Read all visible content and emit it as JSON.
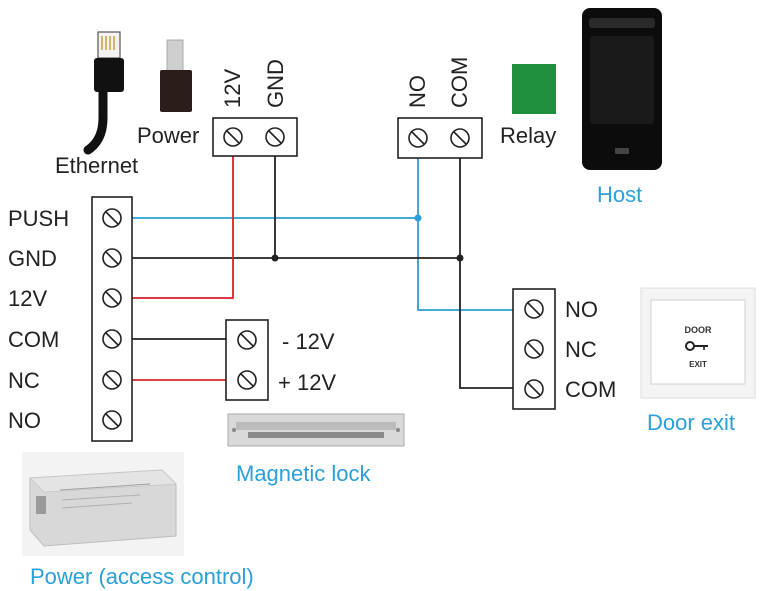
{
  "colors": {
    "wire_black": "#222222",
    "wire_red": "#d8222a",
    "wire_blue": "#2a9fd8",
    "label_blue": "#2a9fd8",
    "relay_green": "#1e8f3c"
  },
  "labels": {
    "ethernet": "Ethernet",
    "power": "Power",
    "v12": "12V",
    "gnd": "GND",
    "no": "NO",
    "com": "COM",
    "relay": "Relay",
    "host": "Host",
    "controller_terminals": [
      "PUSH",
      "GND",
      "12V",
      "COM",
      "NC",
      "NO"
    ],
    "lock_minus": "- 12V",
    "lock_plus": "+ 12V",
    "magnetic_lock": "Magnetic lock",
    "exit_terminals": [
      "NO",
      "NC",
      "COM"
    ],
    "door_exit": "Door exit",
    "power_access_control": "Power (access control)",
    "button_door": "DOOR",
    "button_exit": "EXIT"
  },
  "icons": {
    "ethernet": "ethernet-plug-icon",
    "power": "dc-plug-icon",
    "relay": "relay-icon",
    "host": "access-reader-device",
    "lock": "magnetic-lock-image",
    "exit_button": "door-exit-button-image",
    "power_supply": "power-supply-box-image"
  }
}
